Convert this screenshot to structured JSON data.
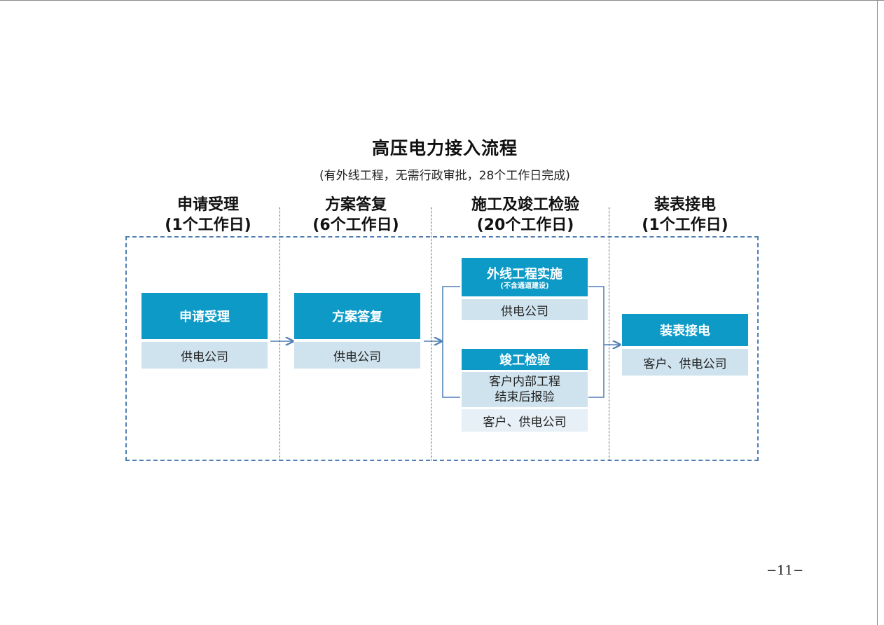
{
  "title": "高压电力接入流程",
  "subtitle": "(有外线工程，无需行政审批，28个工作日完成)",
  "stages": [
    {
      "name": "申请受理",
      "duration": "(1个工作日)"
    },
    {
      "name": "方案答复",
      "duration": "(6个工作日)"
    },
    {
      "name": "施工及竣工检验",
      "duration": "(20个工作日)"
    },
    {
      "name": "装表接电",
      "duration": "(1个工作日)"
    }
  ],
  "cards": {
    "application": {
      "title": "申请受理",
      "party": "供电公司"
    },
    "plan": {
      "title": "方案答复",
      "party": "供电公司"
    },
    "external": {
      "title": "外线工程实施",
      "note": "(不含通道建设)",
      "party": "供电公司"
    },
    "inspection": {
      "title": "竣工检验",
      "detail_line1": "客户内部工程",
      "detail_line2": "结束后报验",
      "party": "客户、供电公司"
    },
    "metering": {
      "title": "装表接电",
      "party": "客户、供电公司"
    }
  },
  "colors": {
    "card_header": "#0d9ac6",
    "card_body": "#cfe3ee",
    "arrow": "#4f7fb3"
  },
  "page_number": "−11−"
}
